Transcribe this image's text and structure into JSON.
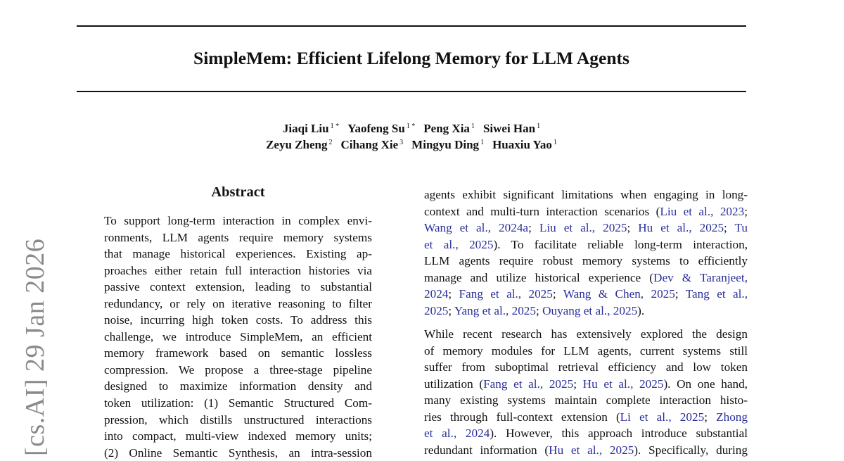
{
  "header": {
    "title": "SimpleMem: Efficient Lifelong Memory for LLM Agents"
  },
  "authors": {
    "row1": [
      {
        "name": "Jiaqi Liu",
        "aff": "1 *"
      },
      {
        "name": "Yaofeng Su",
        "aff": "1 *"
      },
      {
        "name": "Peng Xia",
        "aff": "1"
      },
      {
        "name": "Siwei Han",
        "aff": "1"
      }
    ],
    "row2": [
      {
        "name": "Zeyu Zheng",
        "aff": "2"
      },
      {
        "name": "Cihang Xie",
        "aff": "3"
      },
      {
        "name": "Mingyu Ding",
        "aff": "1"
      },
      {
        "name": "Huaxiu Yao",
        "aff": "1"
      }
    ]
  },
  "arxiv_stamp": "[cs.AI]  29 Jan 2026",
  "abstract": {
    "heading": "Abstract",
    "lines": [
      [
        [
          "To support long-term interaction in complex envi-",
          0
        ]
      ],
      [
        [
          "ronments, LLM agents require memory systems",
          0
        ]
      ],
      [
        [
          "that manage historical experiences. Existing ap-",
          0
        ]
      ],
      [
        [
          "proaches either retain full interaction histories via",
          0
        ]
      ],
      [
        [
          "passive context extension, leading to substantial",
          0
        ]
      ],
      [
        [
          "redundancy, or rely on iterative reasoning to filter",
          0
        ]
      ],
      [
        [
          "noise, incurring high token costs. To address this",
          0
        ]
      ],
      [
        [
          "challenge, we introduce SimpleMem, an efficient",
          0
        ]
      ],
      [
        [
          "memory framework based on semantic lossless",
          0
        ]
      ],
      [
        [
          "compression. We propose a three-stage pipeline",
          0
        ]
      ],
      [
        [
          "designed to maximize information density and",
          0
        ]
      ],
      [
        [
          "token utilization: (1) Semantic Structured Com-",
          0
        ]
      ],
      [
        [
          "pression, which distills unstructured interactions",
          0
        ]
      ],
      [
        [
          "into compact, multi-view indexed memory units;",
          0
        ]
      ],
      [
        [
          "(2) Online Semantic Synthesis, an intra-session",
          0
        ]
      ]
    ]
  },
  "body": {
    "paragraphs": [
      {
        "lines": [
          [
            [
              "agents exhibit significant limitations when engaging in long-",
              0
            ]
          ],
          [
            [
              "context and multi-turn interaction scenarios (",
              0
            ],
            [
              "Liu et al., 2023",
              1
            ],
            [
              ";",
              0
            ]
          ],
          [
            [
              "Wang et al., 2024a",
              1
            ],
            [
              "; ",
              0
            ],
            [
              "Liu et al., 2025",
              1
            ],
            [
              "; ",
              0
            ],
            [
              "Hu et al., 2025",
              1
            ],
            [
              "; ",
              0
            ],
            [
              "Tu",
              1
            ]
          ],
          [
            [
              "et al., 2025",
              1
            ],
            [
              ").  To facilitate reliable long-term interaction,",
              0
            ]
          ],
          [
            [
              "LLM agents require robust memory systems to efficiently",
              0
            ]
          ],
          [
            [
              "manage and utilize historical experience (",
              0
            ],
            [
              "Dev & Taranjeet,",
              1
            ]
          ],
          [
            [
              "2024",
              1
            ],
            [
              "; ",
              0
            ],
            [
              "Fang et al., 2025",
              1
            ],
            [
              "; ",
              0
            ],
            [
              "Wang & Chen, 2025",
              1
            ],
            [
              "; ",
              0
            ],
            [
              "Tang et al.,",
              1
            ]
          ],
          [
            [
              "2025",
              1
            ],
            [
              "; ",
              0
            ],
            [
              "Yang et al., 2025",
              1
            ],
            [
              "; ",
              0
            ],
            [
              "Ouyang et al., 2025",
              1
            ],
            [
              ").",
              0
            ]
          ]
        ]
      },
      {
        "lines": [
          [
            [
              "While recent research has extensively explored the design",
              0
            ]
          ],
          [
            [
              "of memory modules for LLM agents, current systems still",
              0
            ]
          ],
          [
            [
              "suffer from suboptimal retrieval efficiency and low token",
              0
            ]
          ],
          [
            [
              "utilization (",
              0
            ],
            [
              "Fang et al., 2025",
              1
            ],
            [
              "; ",
              0
            ],
            [
              "Hu et al., 2025",
              1
            ],
            [
              "). On one hand,",
              0
            ]
          ],
          [
            [
              "many existing systems maintain complete interaction histo-",
              0
            ]
          ],
          [
            [
              "ries through full-context extension (",
              0
            ],
            [
              "Li et al., 2025",
              1
            ],
            [
              "; ",
              0
            ],
            [
              "Zhong",
              1
            ]
          ],
          [
            [
              "et al., 2024",
              1
            ],
            [
              "). However, this approach introduce substantial",
              0
            ]
          ],
          [
            [
              "redundant information (",
              0
            ],
            [
              "Hu et al., 2025",
              1
            ],
            [
              "). Specifically, during",
              0
            ]
          ]
        ]
      }
    ]
  },
  "colors": {
    "citation": "#2a2f9a",
    "stamp": "#8a8a8a"
  }
}
